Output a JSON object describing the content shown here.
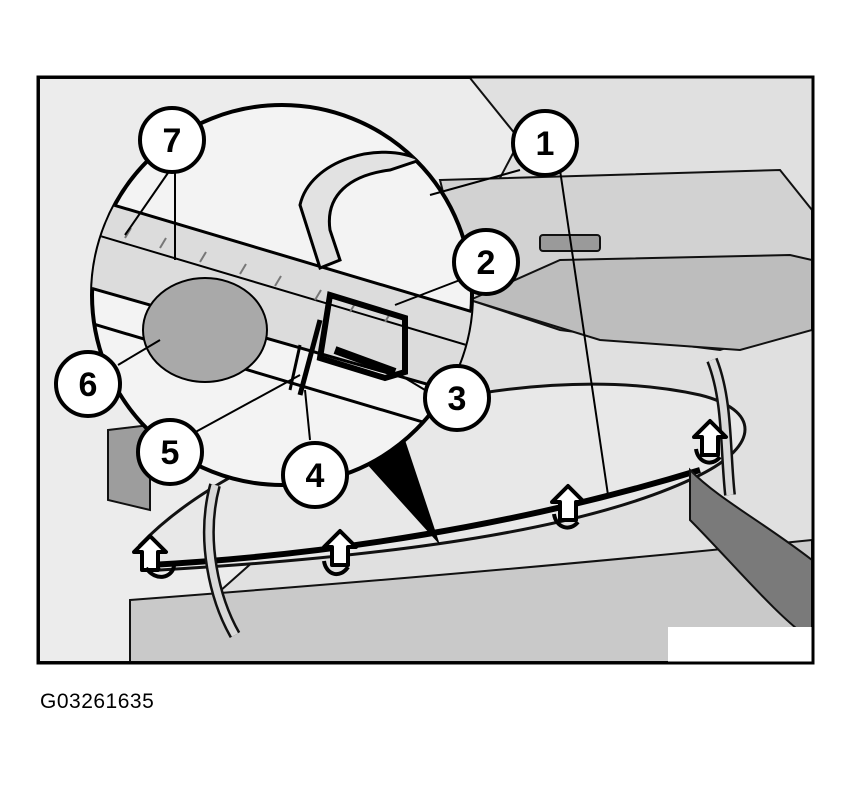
{
  "figure_id": "G03261635",
  "callouts": [
    "1",
    "2",
    "3",
    "4",
    "5",
    "6",
    "7"
  ],
  "colors": {
    "frame": "#000000",
    "background": "#e2e2e2",
    "light_panel": "#efefef",
    "mid_gray": "#c4c4c4",
    "dark_gray": "#8a8a8a",
    "zoom_fill": "#f2f2f2",
    "trim_strip": "#d8d8d8",
    "clip_oval": "#a8a8a8"
  }
}
